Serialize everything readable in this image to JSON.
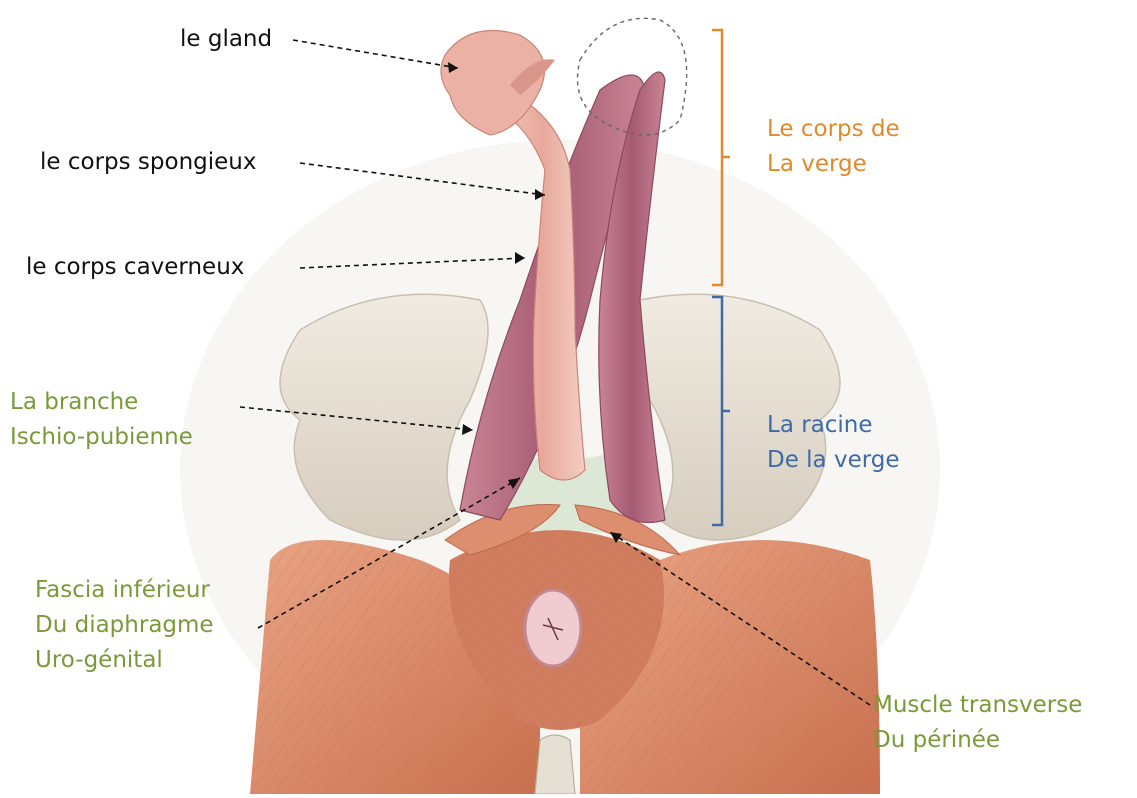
{
  "labels": {
    "gland": "le gland",
    "spongieux": "le corps spongieux",
    "caverneux": "le corps caverneux",
    "branche": [
      "La branche",
      "Ischio-pubienne"
    ],
    "corps_verge": [
      "Le corps de",
      "La verge"
    ],
    "racine": [
      "La racine",
      "De la verge"
    ],
    "fascia": [
      "Fascia inférieur",
      "Du diaphragme",
      "Uro-génital"
    ],
    "transverse": [
      "Muscle transverse",
      "Du périnée"
    ]
  },
  "colors": {
    "black_label": "#111111",
    "green_label": "#7a9a3a",
    "orange_bracket": "#e08a2a",
    "blue_bracket": "#3e6aa8",
    "muscle": "#d98a6c",
    "bone": "#e6dfd3",
    "cavernous": "#b06a80",
    "spongy": "#eab0a6"
  }
}
